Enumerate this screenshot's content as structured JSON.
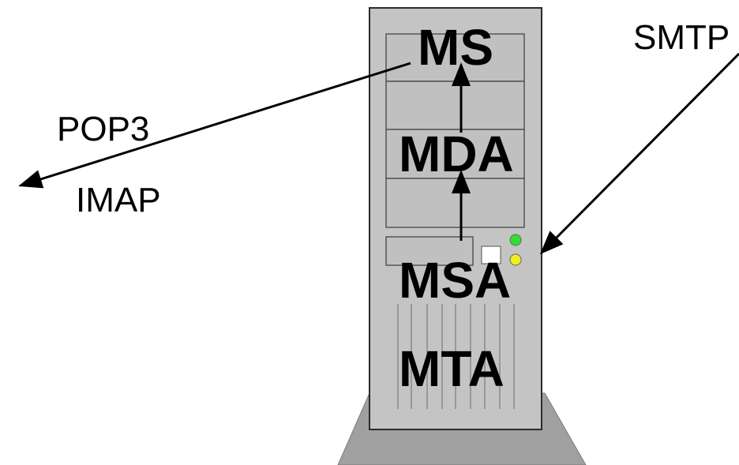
{
  "diagram": {
    "components": {
      "ms": "MS",
      "mda": "MDA",
      "msa": "MSA",
      "mta": "MTA"
    },
    "protocols": {
      "incoming": "SMTP",
      "outgoing_1": "POP3",
      "outgoing_2": "IMAP"
    },
    "colors": {
      "tower_body": "#c4c4c4",
      "tower_outline": "#2b2b2b",
      "stand": "#a0a0a0",
      "led_green": "#33dd33",
      "led_yellow": "#eeee22",
      "arrow": "#000000"
    }
  }
}
